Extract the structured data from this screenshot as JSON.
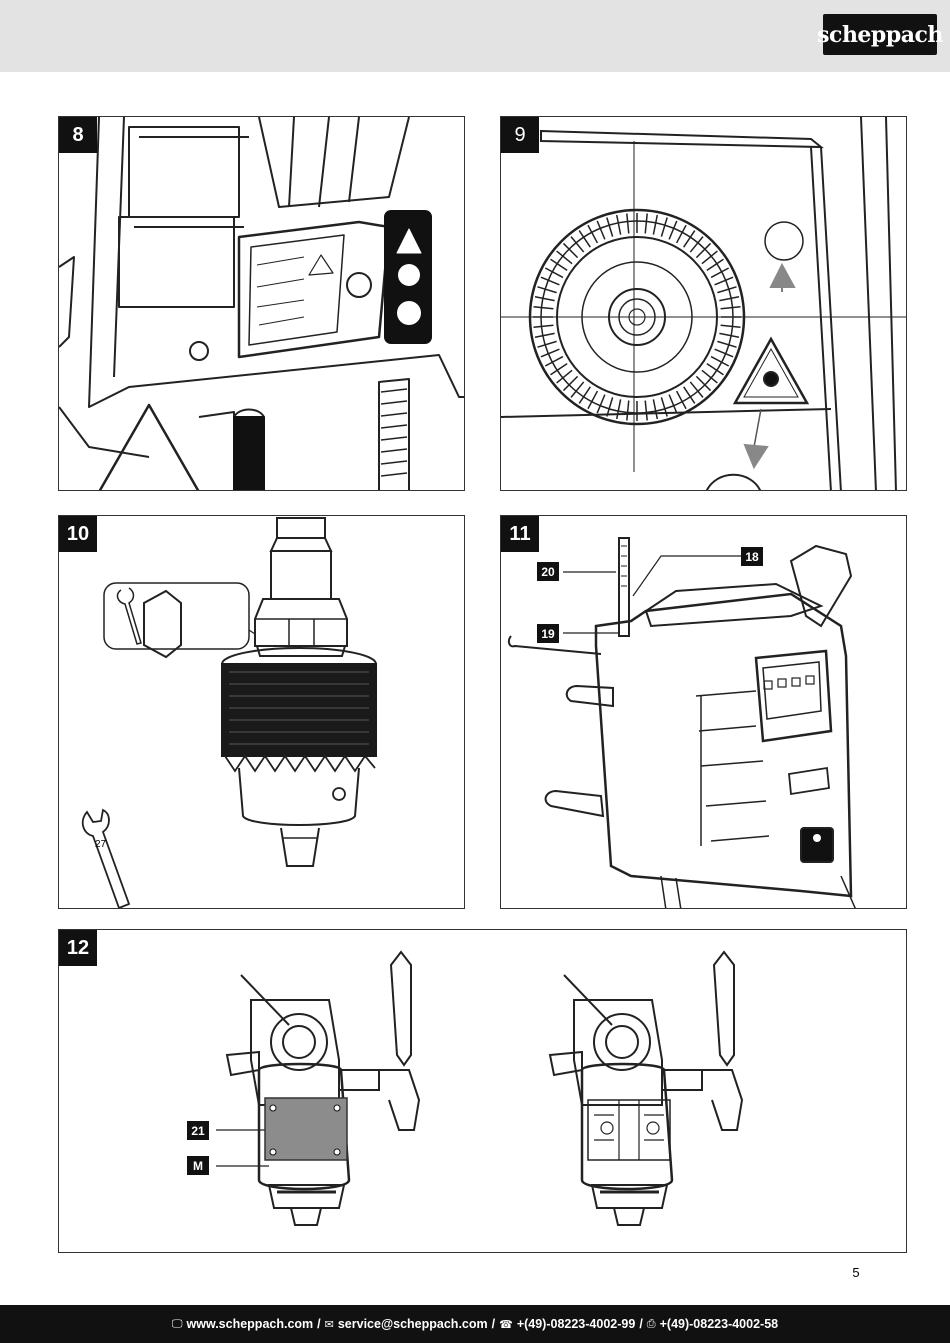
{
  "header": {
    "brand_logo_text": "scheppach"
  },
  "figures": {
    "fig8": {
      "label": "8"
    },
    "fig9": {
      "label": "9"
    },
    "fig10": {
      "label": "10",
      "wrench_size": "27"
    },
    "fig11": {
      "label": "11",
      "callouts": [
        "18",
        "19",
        "20"
      ]
    },
    "fig12": {
      "label": "12",
      "callouts": [
        "21",
        "M"
      ]
    }
  },
  "page_number": "5",
  "footer": {
    "web_icon": "computer-icon",
    "website": "www.scheppach.com",
    "sep1": "/",
    "mail_icon": "mail-icon",
    "email": "service@scheppach.com",
    "sep2": "/",
    "phone_icon": "phone-icon",
    "phone": "+(49)-08223-4002-99",
    "sep3": "/",
    "fax_icon": "fax-icon",
    "fax": "+(49)-08223-4002-58"
  }
}
